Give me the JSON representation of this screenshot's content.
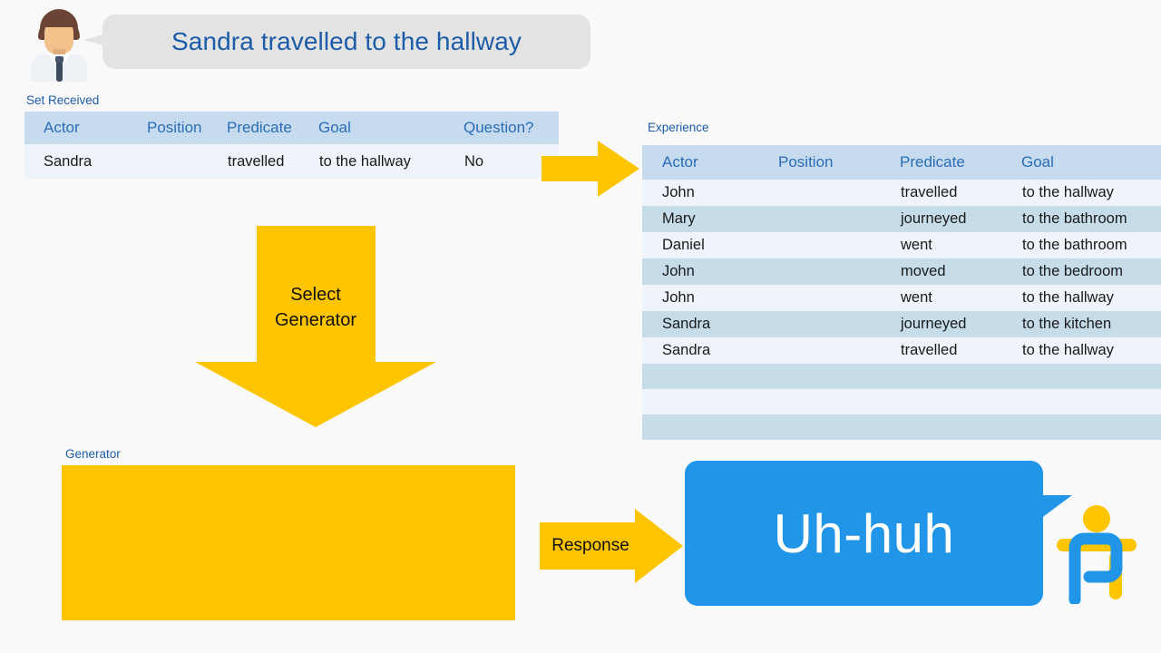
{
  "colors": {
    "background": "#f9f9f9",
    "accent_yellow": "#fdc500",
    "accent_blue": "#2196e8",
    "label_blue": "#1c5ca8",
    "table_header_bg": "#c6dcee",
    "table_row_light": "#eef4fa",
    "table_row_dark": "#c6dce9",
    "bubble_gray": "#e3e3e3"
  },
  "user": {
    "avatar_icon": "person-avatar-icon",
    "utterance": "Sandra travelled to the hallway"
  },
  "set_received": {
    "label": "Set Received",
    "columns": [
      "Actor",
      "Position",
      "Predicate",
      "Goal",
      "Question?"
    ],
    "rows": [
      {
        "actor": "Sandra",
        "position": "",
        "predicate": "travelled",
        "goal": "to the hallway",
        "question": "No"
      }
    ]
  },
  "arrows": {
    "set_to_experience_icon": "arrow-right-icon",
    "select_generator_label": "Select\nGenerator",
    "select_generator_line1": "Select",
    "select_generator_line2": "Generator",
    "select_generator_icon": "arrow-down-icon",
    "response_label": "Response",
    "response_icon": "arrow-right-icon"
  },
  "experience": {
    "label": "Experience",
    "columns": [
      "Actor",
      "Position",
      "Predicate",
      "Goal"
    ],
    "rows": [
      {
        "actor": "John",
        "position": "",
        "predicate": "travelled",
        "goal": "to the hallway"
      },
      {
        "actor": "Mary",
        "position": "",
        "predicate": "journeyed",
        "goal": "to the bathroom"
      },
      {
        "actor": "Daniel",
        "position": "",
        "predicate": "went",
        "goal": "to the bathroom"
      },
      {
        "actor": "John",
        "position": "",
        "predicate": "moved",
        "goal": "to the bedroom"
      },
      {
        "actor": "John",
        "position": "",
        "predicate": "went",
        "goal": "to the hallway"
      },
      {
        "actor": "Sandra",
        "position": "",
        "predicate": "journeyed",
        "goal": "to the kitchen"
      },
      {
        "actor": "Sandra",
        "position": "",
        "predicate": "travelled",
        "goal": "to the hallway"
      },
      {
        "actor": "",
        "position": "",
        "predicate": "",
        "goal": ""
      },
      {
        "actor": "",
        "position": "",
        "predicate": "",
        "goal": ""
      },
      {
        "actor": "",
        "position": "",
        "predicate": "",
        "goal": ""
      }
    ]
  },
  "generator": {
    "label": "Generator",
    "content": ""
  },
  "agent": {
    "response": "Uh-huh",
    "logo_icon": "agent-figure-logo-icon"
  }
}
